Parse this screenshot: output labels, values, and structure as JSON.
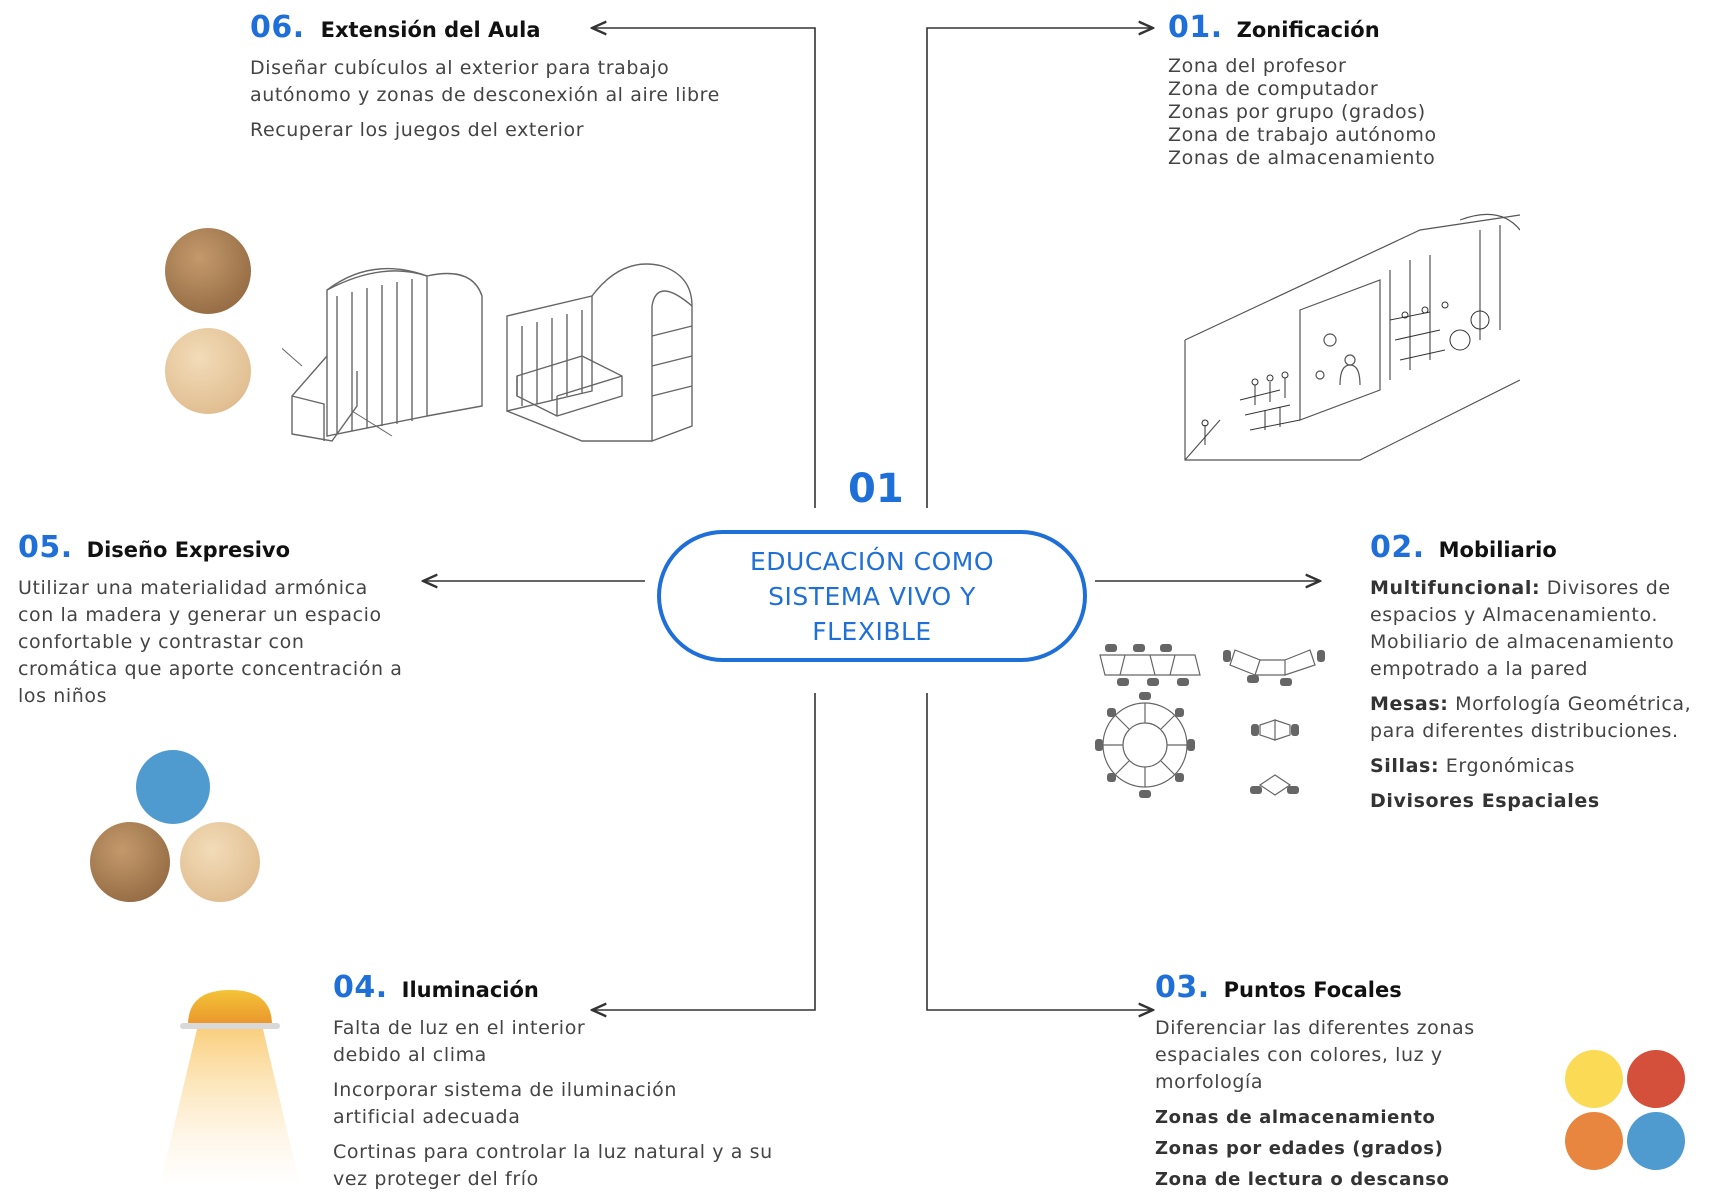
{
  "center": {
    "number": "01",
    "line1": "EDUCACIÓN COMO",
    "line2": "SISTEMA VIVO Y",
    "line3": "FLEXIBLE"
  },
  "sections": {
    "s06": {
      "number": "06.",
      "title": "Extensión del Aula",
      "p1": "Diseñar cubículos al exterior para trabajo autónomo y zonas de desconexión al aire libre",
      "p2": "Recuperar los juegos del exterior"
    },
    "s01": {
      "number": "01.",
      "title": "Zonificación",
      "items": [
        "Zona del profesor",
        "Zona de computador",
        "Zonas por grupo (grados)",
        "Zona de trabajo autónomo",
        "Zonas de almacenamiento"
      ]
    },
    "s05": {
      "number": "05.",
      "title": "Diseño Expresivo",
      "p1": "Utilizar una materialidad armónica con la madera y generar un espacio confortable y contrastar con cromática que aporte concentración a los niños"
    },
    "s02": {
      "number": "02.",
      "title": "Mobiliario",
      "b1": "Multifuncional:",
      "t1": "Divisores de espacios y Almacenamiento. Mobiliario de almacenamiento empotrado a la pared",
      "b2": "Mesas:",
      "t2": "Morfología Geométrica, para diferentes distribuciones.",
      "b3": "Sillas:",
      "t3": "Ergonómicas",
      "b4": "Divisores Espaciales"
    },
    "s04": {
      "number": "04.",
      "title": "Iluminación",
      "p1": "Falta de luz en el interior debido al clima",
      "p2": "Incorporar sistema de iluminación artificial adecuada",
      "p3": "Cortinas para controlar la luz natural y a su vez proteger del frío"
    },
    "s03": {
      "number": "03.",
      "title": "Puntos Focales",
      "p1": "Diferenciar las diferentes zonas espaciales con colores, luz y morfología",
      "b1": "Zonas de almacenamiento",
      "b2": "Zonas por edades (grados)",
      "b3": "Zona de lectura o descanso"
    }
  },
  "colors": {
    "accent": "#1f6fd8",
    "wood_dark": "#a77e55",
    "wood_light": "#e6c79f",
    "blue_swatch": "#4f9bcf",
    "yellow": "#fbdb55",
    "red": "#d5503a",
    "orange": "#e88640",
    "blue2": "#4f9bcf"
  }
}
